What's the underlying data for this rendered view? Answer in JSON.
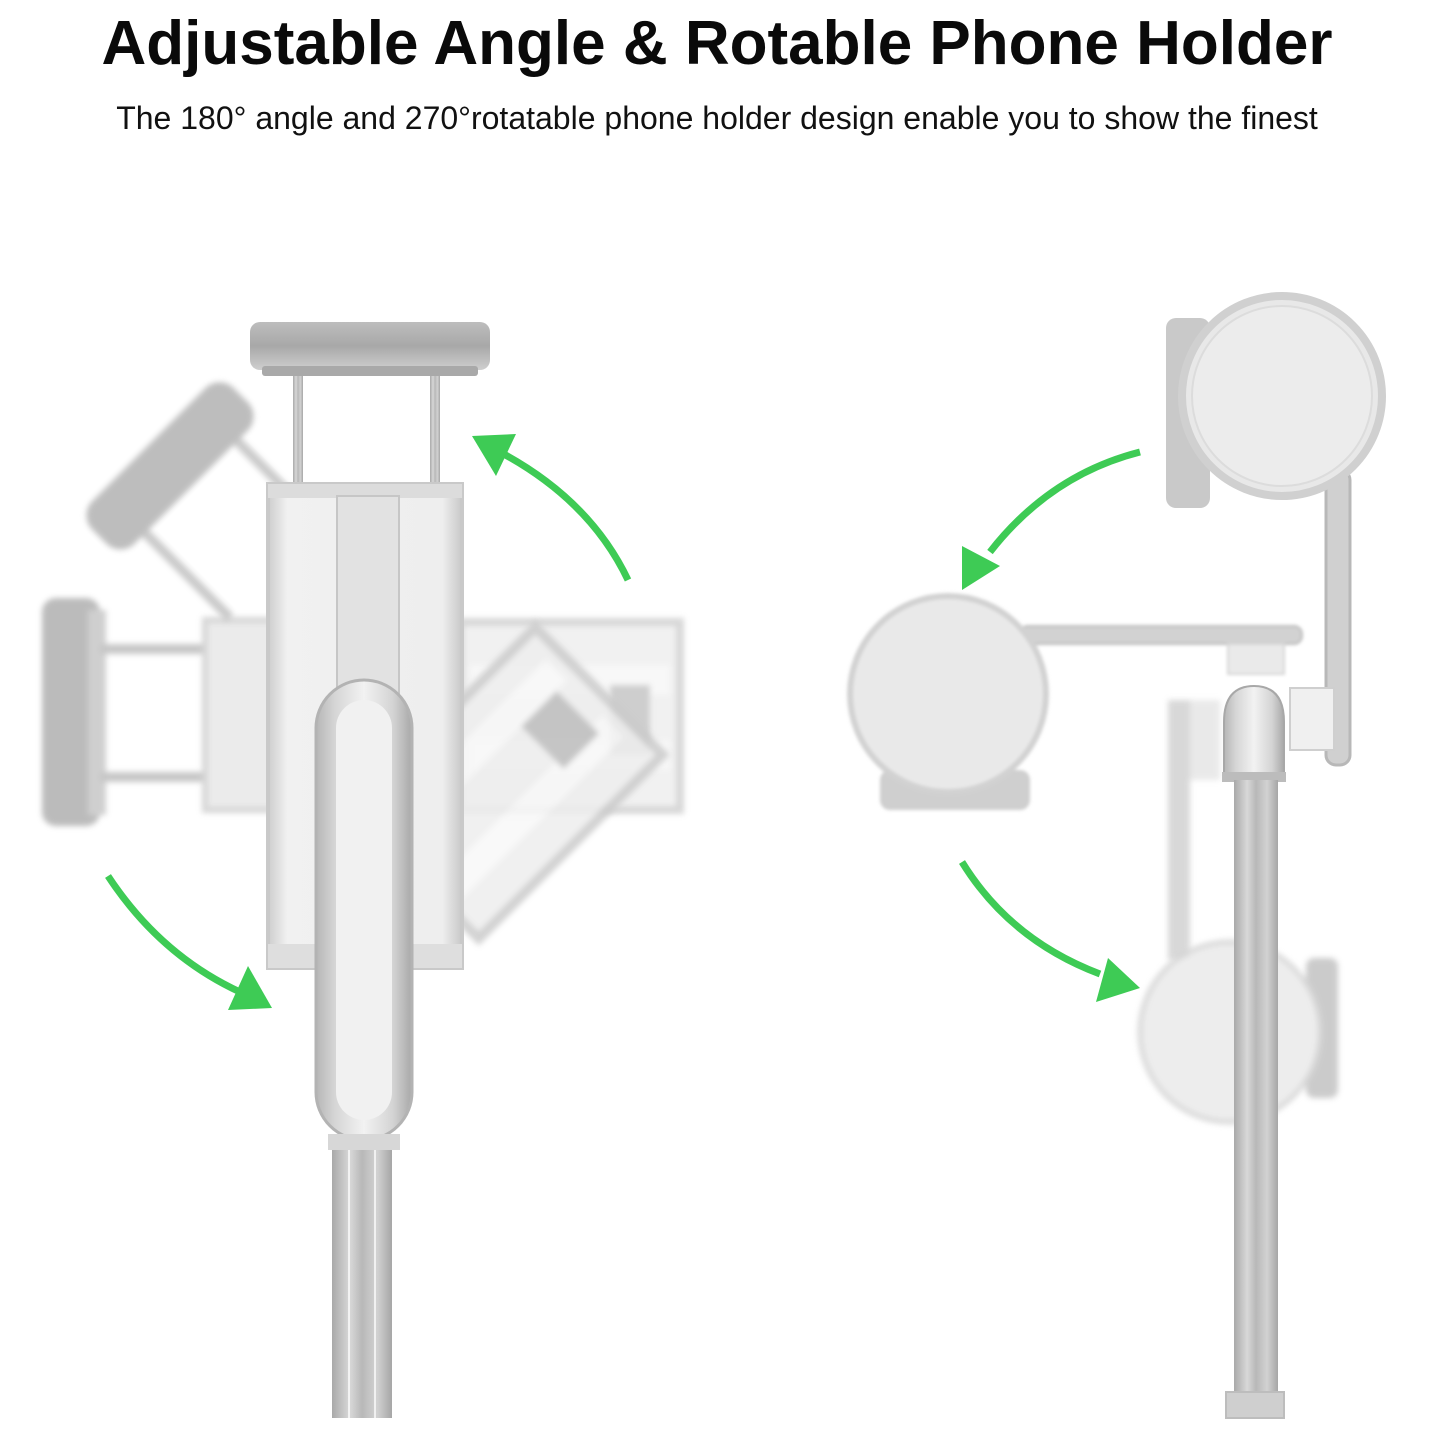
{
  "header": {
    "title": "Adjustable Angle & Rotable Phone Holder",
    "subtitle": "The 180° angle and 270°rotatable phone holder design enable you to show the finest"
  },
  "illustrations": {
    "left": {
      "name": "clamp-rotation-view",
      "arrows": [
        "rotate-counterclockwise-up",
        "rotate-down-right"
      ]
    },
    "right": {
      "name": "side-rotation-view",
      "arrows": [
        "rotate-down-left",
        "rotate-down-right"
      ]
    }
  },
  "colors": {
    "background": "#ffffff",
    "text": "#0a0a0a",
    "arrow_green": "#3ecb55",
    "metal_light": "#e6e6e6",
    "metal_mid": "#c4c4c4",
    "metal_dark": "#9a9a9a"
  }
}
